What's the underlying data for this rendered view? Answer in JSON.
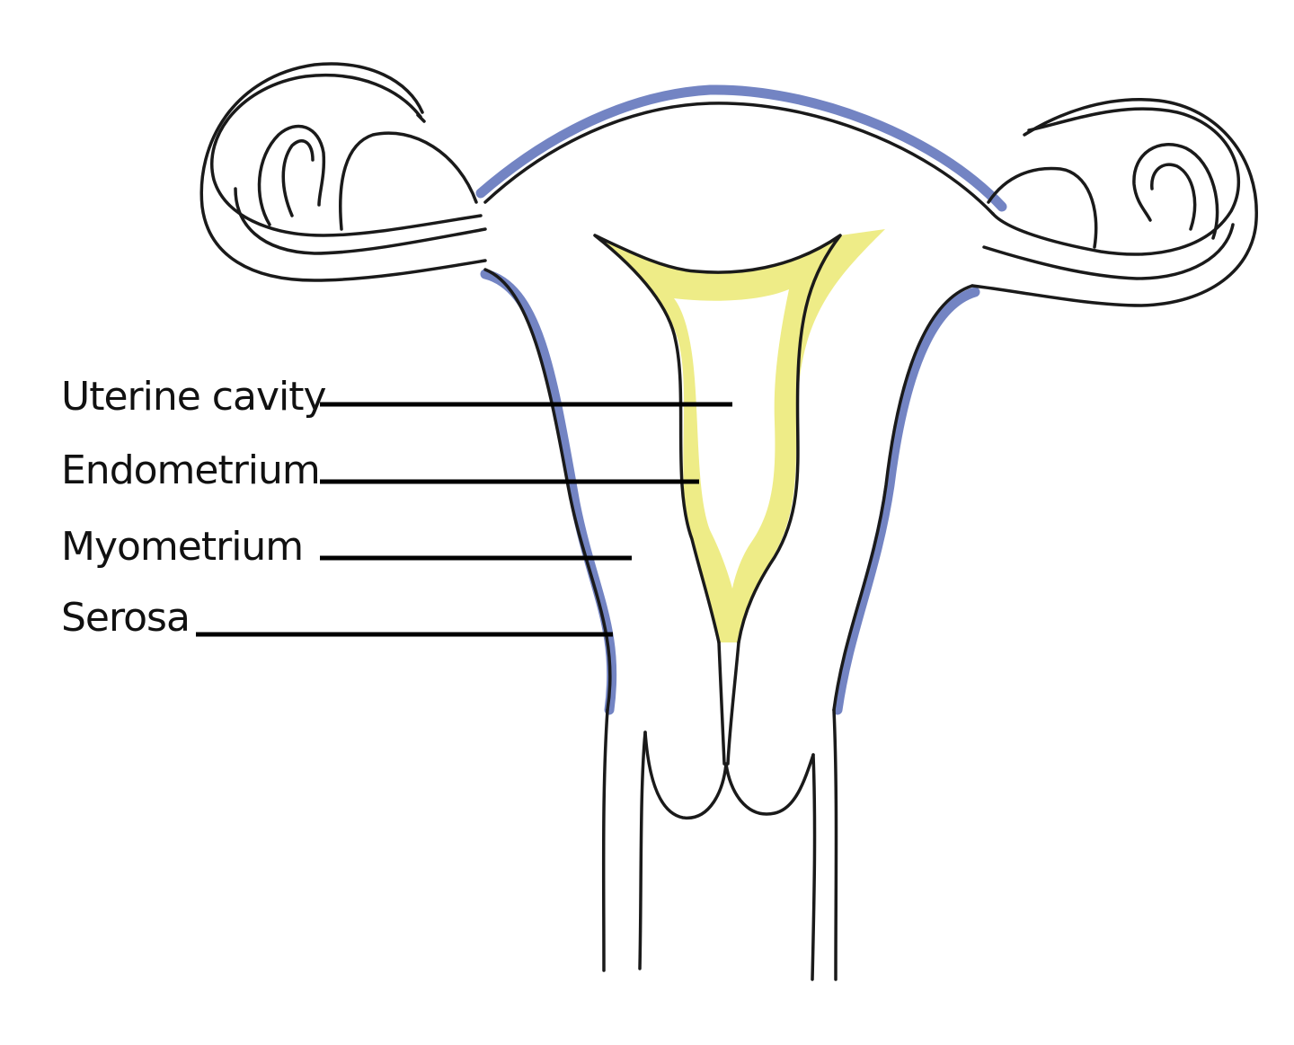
{
  "colors": {
    "serosa": "#5a6fb8",
    "endometrium": "#ecea7a",
    "outline": "#1a1a1a",
    "background": "#ffffff"
  },
  "labels": [
    {
      "text": "Uterine cavity"
    },
    {
      "text": "Endometrium"
    },
    {
      "text": "Myometrium"
    },
    {
      "text": "Serosa"
    }
  ]
}
